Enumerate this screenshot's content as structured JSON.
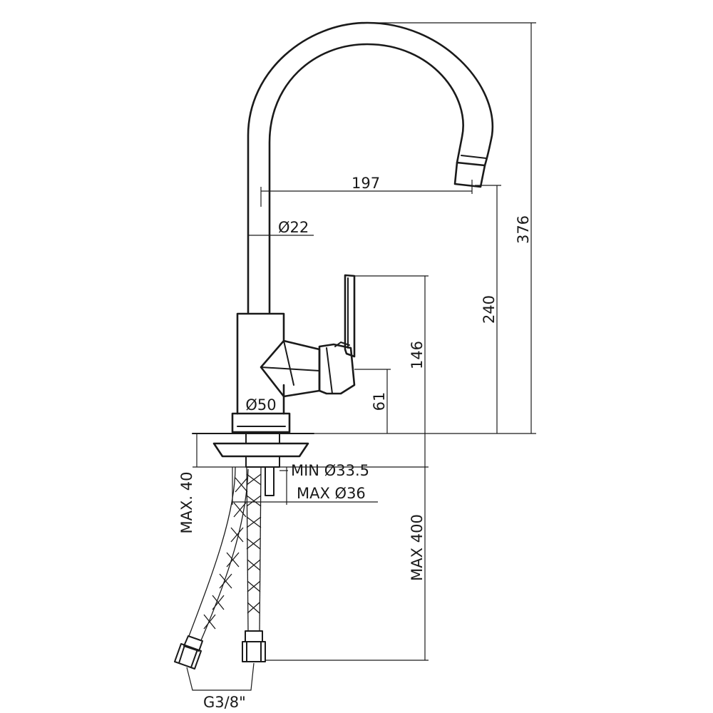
{
  "dimensions": {
    "spout_reach": "197",
    "spout_diameter": "Ø22",
    "total_height": "376",
    "spout_height": "240",
    "lever_height": "146",
    "lever_pivot_height": "61",
    "base_diameter": "Ø50",
    "max_deck_thickness": "MAX. 40",
    "min_hole": "MIN Ø33.5",
    "max_hole": "MAX Ø36",
    "hose_length": "MAX 400",
    "connection_thread": "G3/8\""
  }
}
